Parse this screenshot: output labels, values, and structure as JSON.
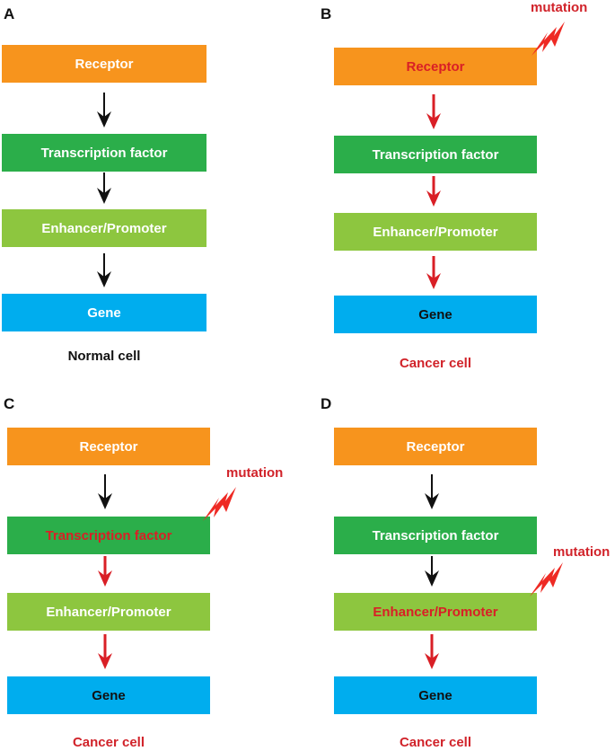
{
  "panels": [
    {
      "letter": "A",
      "boxes": [
        "Receptor",
        "Transcription factor",
        "Enhancer/Promoter",
        "Gene"
      ],
      "caption": "Normal cell",
      "mutation": null
    },
    {
      "letter": "B",
      "boxes": [
        "Receptor",
        "Transcription factor",
        "Enhancer/Promoter",
        "Gene"
      ],
      "caption": "Cancer cell",
      "mutation": "mutation"
    },
    {
      "letter": "C",
      "boxes": [
        "Receptor",
        "Transcription factor",
        "Enhancer/Promoter",
        "Gene"
      ],
      "caption": "Cancer cell",
      "mutation": "mutation"
    },
    {
      "letter": "D",
      "boxes": [
        "Receptor",
        "Transcription factor",
        "Enhancer/Promoter",
        "Gene"
      ],
      "caption": "Cancer cell",
      "mutation": "mutation"
    }
  ],
  "colors": {
    "receptor": "#f7941d",
    "transcription_factor": "#2bae4a",
    "enhancer_promoter": "#8dc63f",
    "gene": "#00adee",
    "mutation_red": "#d1232a",
    "normal_arrow": "#111111"
  }
}
